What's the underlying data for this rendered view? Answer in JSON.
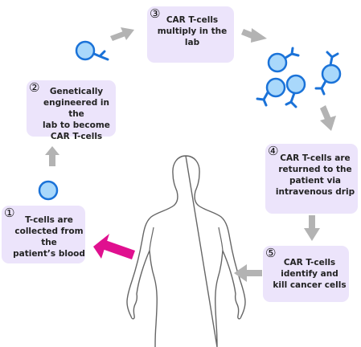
{
  "steps": [
    {
      "number": "①",
      "text": "T-cells are\ncollected from the\npatient’s blood"
    },
    {
      "number": "②",
      "text": "Genetically\nengineered in the\nlab to become\nCAR T-cells"
    },
    {
      "number": "③",
      "text": "CAR T-cells\nmultiply in the\nlab"
    },
    {
      "number": "④",
      "text": "CAR T-cells are\nreturned to the\npatient via\nintravenous drip"
    },
    {
      "number": "⑤",
      "text": "CAR T-cells\nidentify and\nkill cancer cells"
    }
  ],
  "colors": {
    "box_fill": "#ece4fb",
    "cell_fill": "#a9d8fb",
    "cell_stroke": "#1a72d8",
    "flow_arrow": "#b3b3b3",
    "highlight_arrow": "#e0108f",
    "body_outline": "#666666"
  },
  "icons": [
    "t-cell-icon",
    "car-t-cell-icon",
    "human-body-outline",
    "flow-arrow",
    "magenta-arrow"
  ]
}
